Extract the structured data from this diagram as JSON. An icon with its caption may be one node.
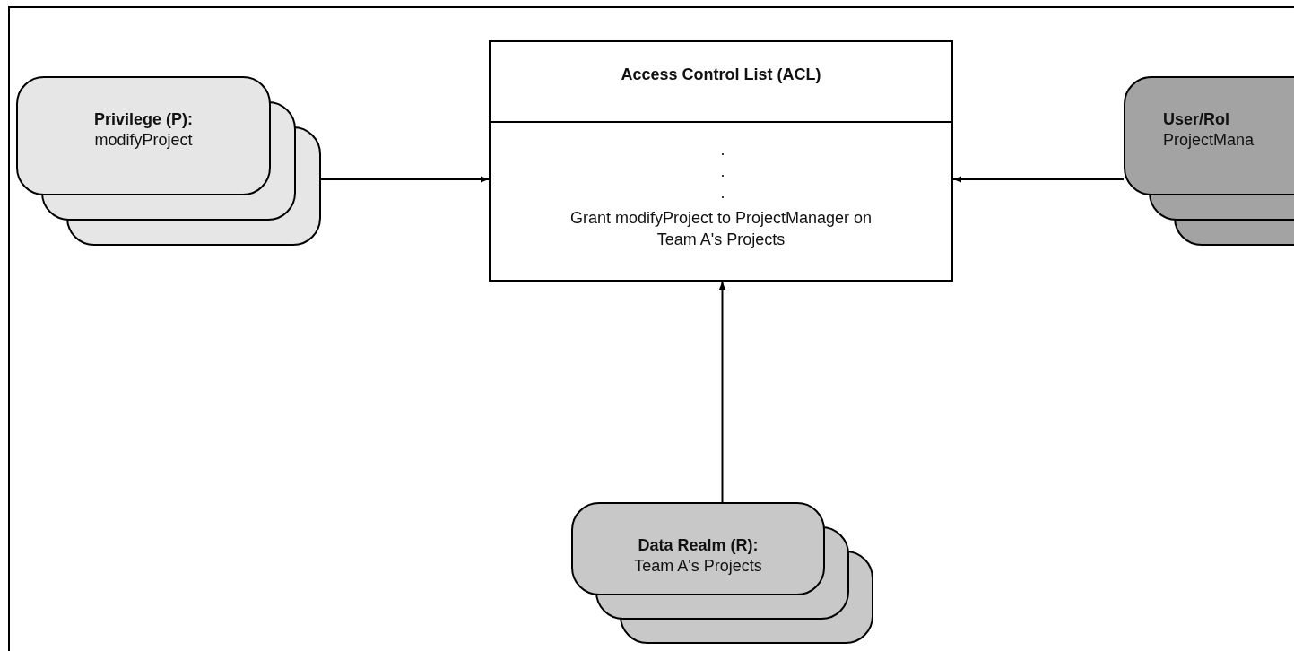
{
  "diagram": {
    "nodes": [
      {
        "text": [
          "Privilege (P):",
          "modifyProject"
        ]
      },
      {
        "text": [
          "Access Control List (ACL)",
          ". . .",
          "Grant modifyProject to ProjectManager on Team A's Projects"
        ]
      },
      {
        "text": [
          "User/Rol",
          "ProjectMana"
        ]
      },
      {
        "text": [
          "Data Realm (R):",
          "Team A's Projects"
        ]
      }
    ],
    "edges": [
      {
        "from": 0,
        "to": 1,
        "arrow": "to"
      },
      {
        "from": 2,
        "to": 1,
        "arrow": "to"
      },
      {
        "from": 3,
        "to": 1,
        "arrow": "to"
      }
    ]
  }
}
